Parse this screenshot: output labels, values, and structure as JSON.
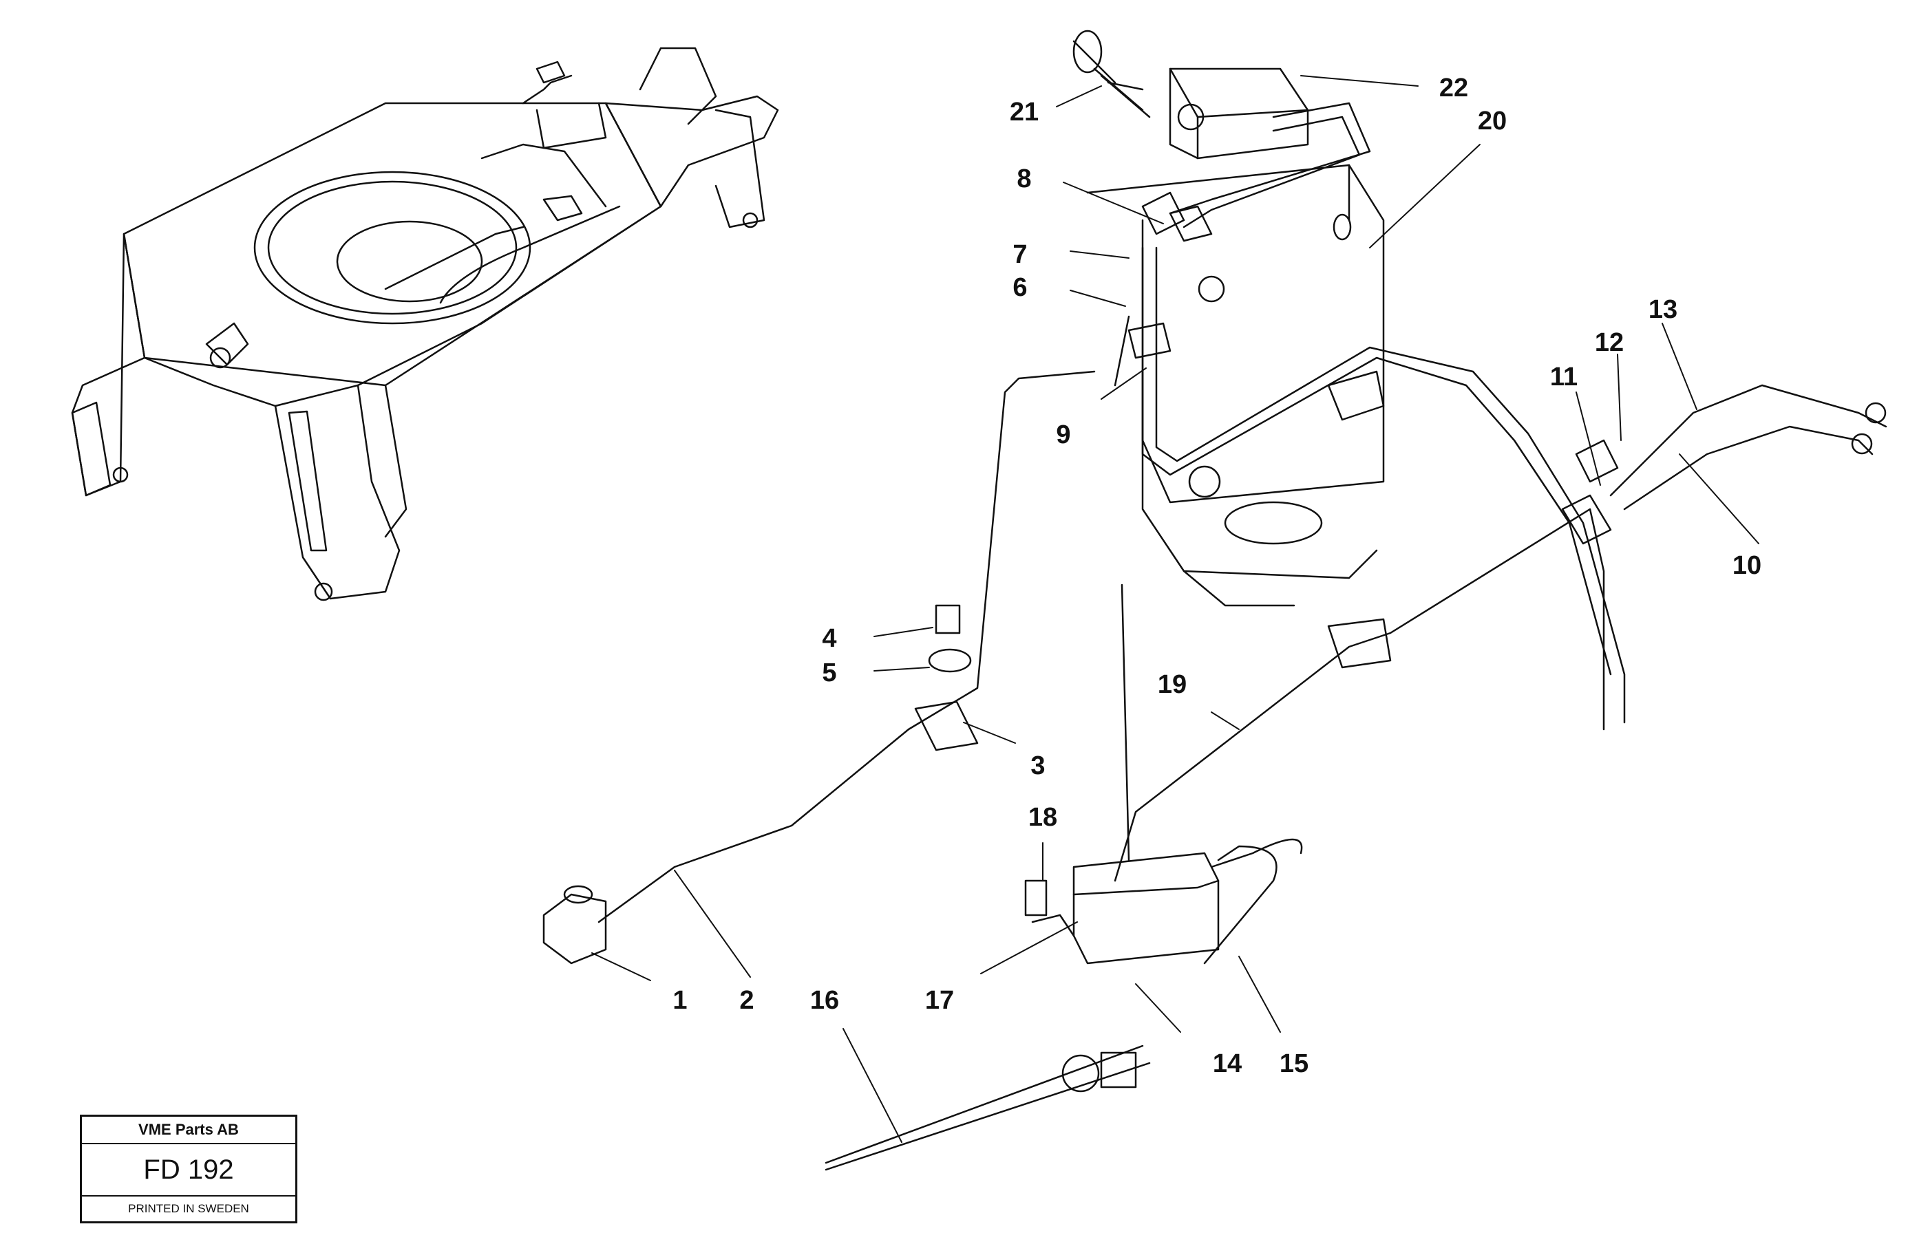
{
  "diagram": {
    "callouts": [
      "1",
      "2",
      "3",
      "4",
      "5",
      "6",
      "7",
      "8",
      "9",
      "10",
      "11",
      "12",
      "13",
      "14",
      "15",
      "16",
      "17",
      "18",
      "19",
      "20",
      "21",
      "22"
    ],
    "colors": {
      "line": "#111111",
      "background": "#ffffff"
    }
  },
  "stamp": {
    "company": "VME Parts AB",
    "number": "FD 192",
    "printed": "PRINTED IN SWEDEN"
  }
}
